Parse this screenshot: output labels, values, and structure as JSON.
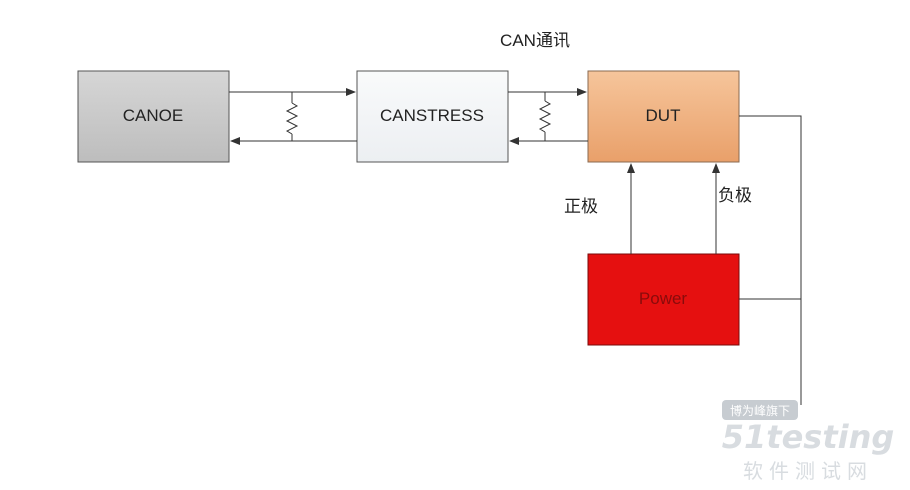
{
  "title": "CAN通讯",
  "blocks": {
    "canoe": {
      "label": "CANOE",
      "fill": "#c9c9c9"
    },
    "canstress": {
      "label": "CANSTRESS",
      "fill": "#f4f6f8"
    },
    "dut": {
      "label": "DUT",
      "fill": "#f0b07e"
    },
    "power": {
      "label": "Power",
      "fill": "#e51010"
    }
  },
  "labels": {
    "positive": "正极",
    "negative": "负极"
  },
  "watermark": {
    "badge": "博为峰旗下",
    "brand": "51testing",
    "tagline": "软件测试网"
  }
}
